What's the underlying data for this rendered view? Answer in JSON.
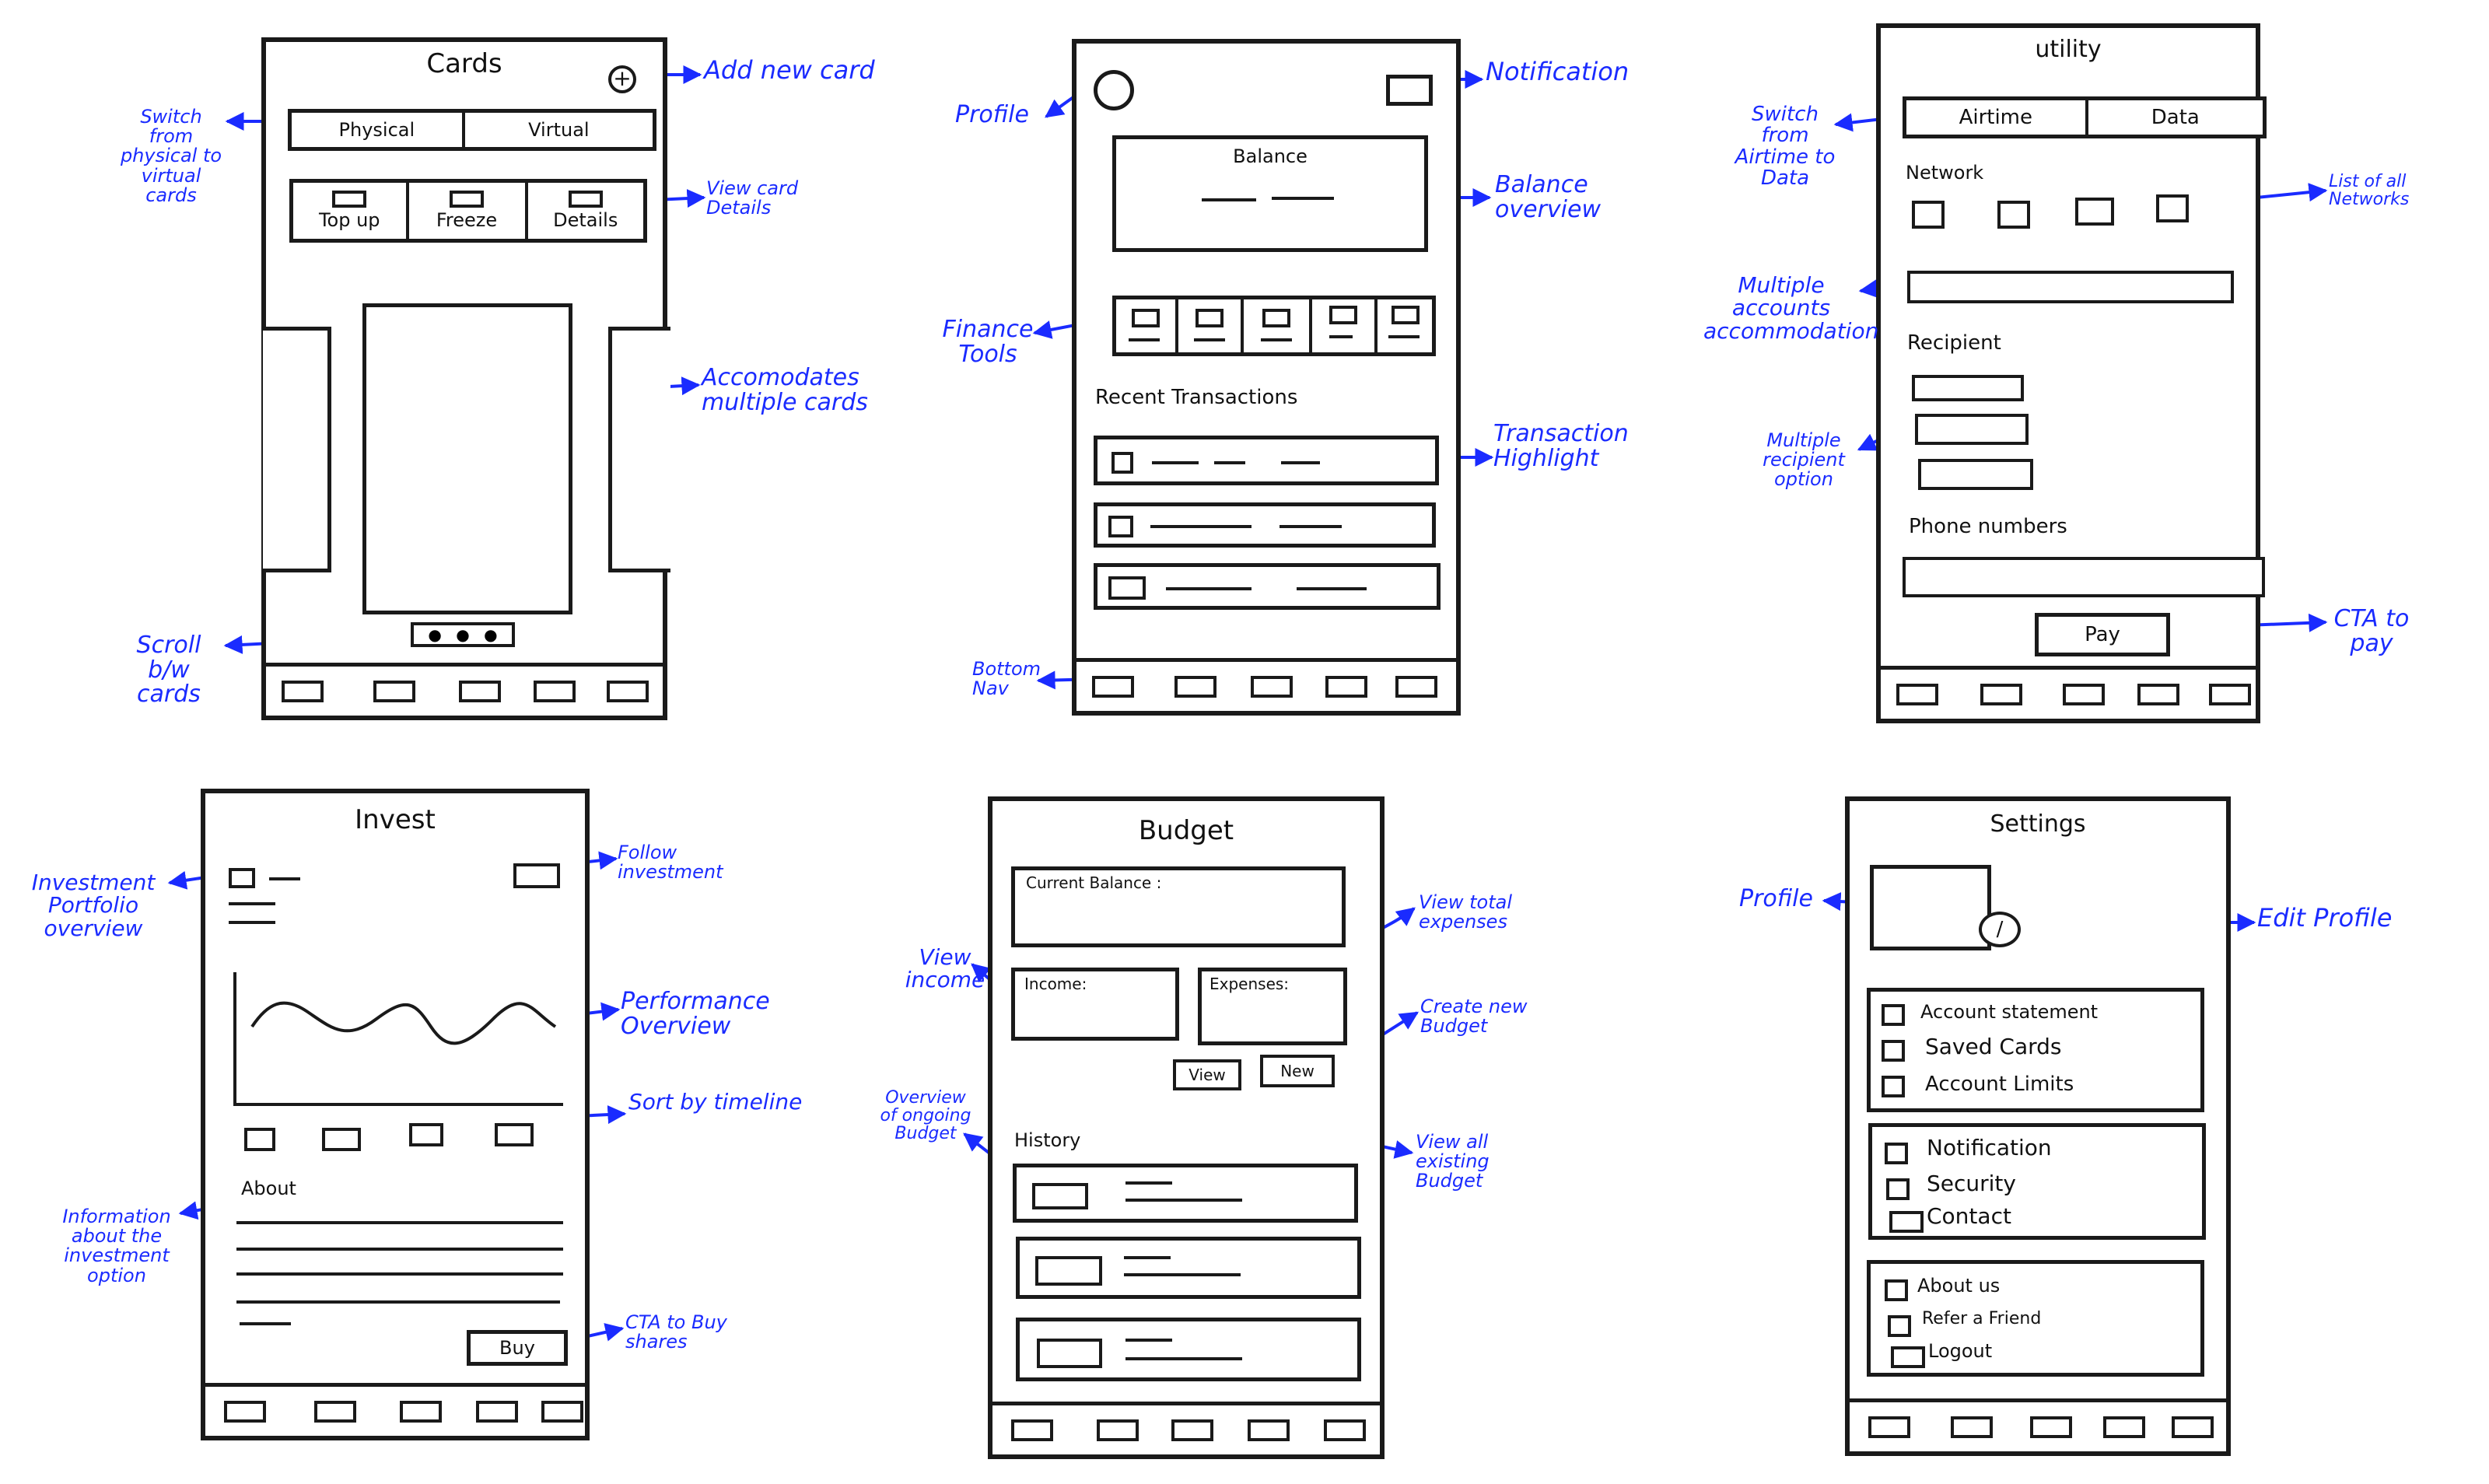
{
  "cards": {
    "title": "Cards",
    "tabs": [
      "Physical",
      "Virtual"
    ],
    "actions": [
      "Top up",
      "Freeze",
      "Details"
    ],
    "notes": {
      "add": "Add new card",
      "switch": "Switch from physical to virtual cards",
      "view": "View card Details",
      "multiple": "Accomodates multiple cards",
      "scroll": "Scroll b/w cards"
    }
  },
  "home": {
    "balance_label": "Balance",
    "recent_label": "Recent Transactions",
    "notes": {
      "profile": "Profile",
      "notification": "Notification",
      "balance": "Balance overview",
      "finance": "Finance Tools",
      "transaction": "Transaction Highlight",
      "bottom_nav": "Bottom Nav"
    }
  },
  "utility": {
    "title": "utility",
    "tabs": [
      "Airtime",
      "Data"
    ],
    "network_label": "Network",
    "recipient_label": "Recipient",
    "phone_label": "Phone numbers",
    "pay_label": "Pay",
    "notes": {
      "switch": "Switch from Airtime to Data",
      "networks": "List of all Networks",
      "multiple_accounts": "Multiple accounts accommodation",
      "multiple_recipient": "Multiple recipient option",
      "cta_pay": "CTA to pay"
    }
  },
  "invest": {
    "title": "Invest",
    "about_label": "About",
    "buy_label": "Buy",
    "notes": {
      "portfolio": "Investment Portfolio overview",
      "follow": "Follow investment",
      "performance": "Performance Overview",
      "sort": "Sort by timeline",
      "information": "Information about the investment option",
      "cta_buy": "CTA to Buy shares"
    }
  },
  "budget": {
    "title": "Budget",
    "current_balance": "Current Balance :",
    "income": "Income:",
    "expenses": "Expenses:",
    "view_btn": "View",
    "new_btn": "New",
    "history_label": "History",
    "notes": {
      "view_income": "View income",
      "view_expenses": "View total expenses",
      "create": "Create new Budget",
      "ongoing": "Overview of ongoing Budget",
      "view_all": "View all existing Budget"
    }
  },
  "settings": {
    "title": "Settings",
    "group1": [
      "Account statement",
      "Saved Cards",
      "Account Limits"
    ],
    "group2": [
      "Notification",
      "Security",
      "Contact"
    ],
    "group3": [
      "About us",
      "Refer a Friend",
      "Logout"
    ],
    "notes": {
      "profile": "Profile",
      "edit": "Edit Profile"
    }
  },
  "colors": {
    "annotation": "#1a2bff",
    "sketch": "#1a1a1a"
  }
}
